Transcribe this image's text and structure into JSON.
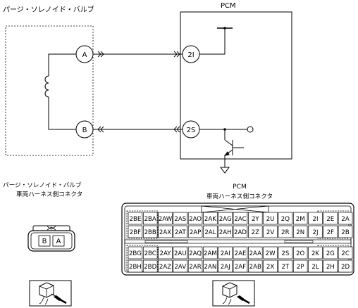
{
  "schematic": {
    "component_title": "パージ・ソレノイド・バルブ",
    "pcm_title": "PCM",
    "pins": {
      "a": "A",
      "b": "B",
      "pcm_2i": "2I",
      "pcm_2s": "2S"
    }
  },
  "connectors": {
    "solenoid": {
      "title_line1": "パージ・ソレノイド・バルブ",
      "title_line2": "車両ハーネス側コネクタ",
      "pins": [
        "B",
        "A"
      ]
    },
    "pcm": {
      "title_line1": "PCM",
      "title_line2": "車両ハーネス側コネクタ",
      "rows": [
        [
          "2BE",
          "2BA",
          "2AW",
          "2AS",
          "2AO",
          "2AK",
          "2AG",
          "2AC",
          "2Y",
          "2U",
          "2Q",
          "2M",
          "2I",
          "2E",
          "2A"
        ],
        [
          "2BF",
          "2BB",
          "2AX",
          "2AT",
          "2AP",
          "2AL",
          "2AH",
          "2AD",
          "2Z",
          "2V",
          "2R",
          "2N",
          "2J",
          "2F",
          "2B"
        ],
        [
          "2BG",
          "2BC",
          "2AY",
          "2AU",
          "2AQ",
          "2AM",
          "2AI",
          "2AE",
          "2AA",
          "2W",
          "2S",
          "2O",
          "2K",
          "2G",
          "2C"
        ],
        [
          "2BH",
          "2BD",
          "2AZ",
          "2AV",
          "2AR",
          "2AN",
          "2AJ",
          "2AF",
          "2AB",
          "2X",
          "2T",
          "2P",
          "2L",
          "2H",
          "2D"
        ]
      ]
    }
  }
}
